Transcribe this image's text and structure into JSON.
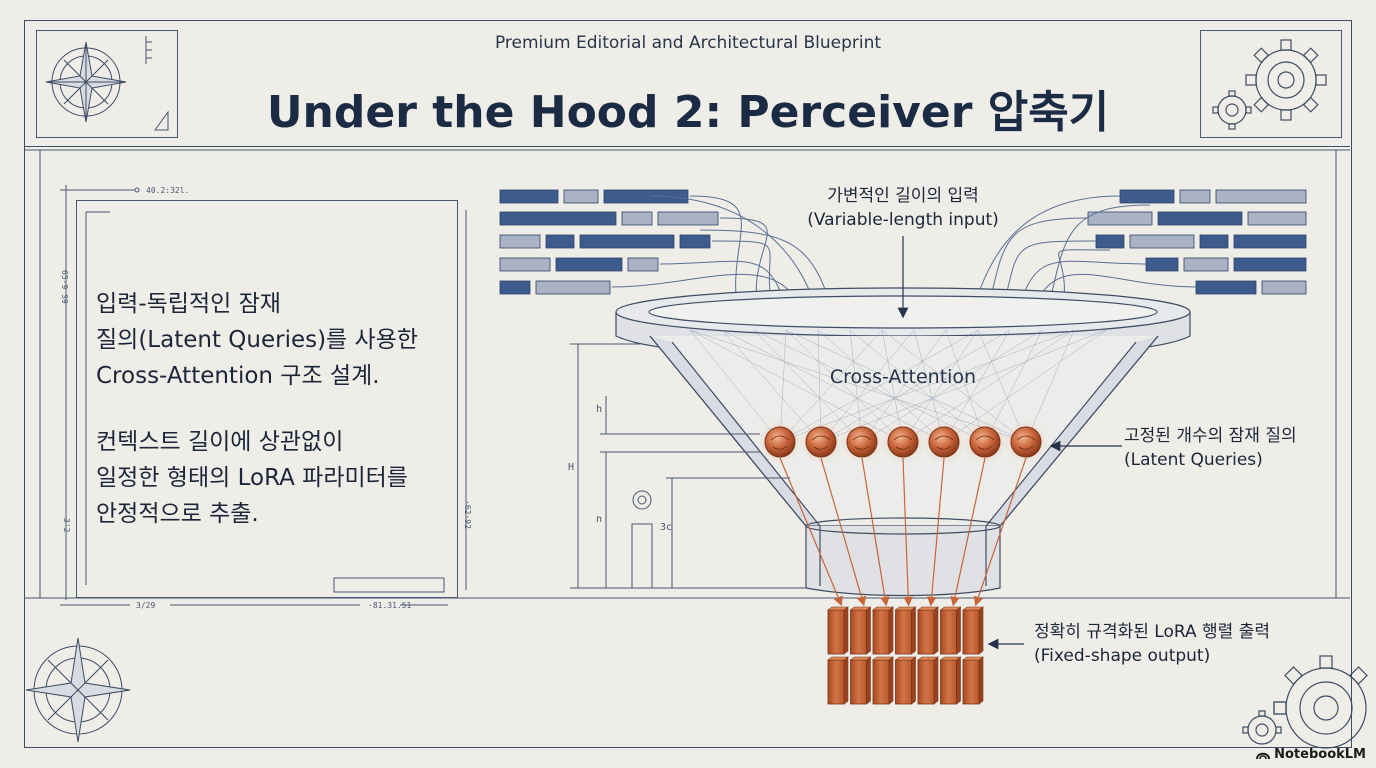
{
  "header": {
    "supertitle": "Premium Editorial and Architectural Blueprint",
    "title": "Under the Hood 2: Perceiver 압축기"
  },
  "left_panel": {
    "paragraph1": "입력-독립적인 잠재\n질의(Latent Queries)를 사용한\nCross-Attention 구조 설계.",
    "paragraph2": "컨텍스트 길이에 상관없이\n일정한 형태의 LoRA 파라미터를\n안정적으로 추출."
  },
  "diagram": {
    "input_label_ko": "가변적인 길이의 입력",
    "input_label_en": "(Variable-length input)",
    "funnel_label": "Cross-Attention",
    "queries_label_ko": "고정된 개수의 잠재 질의",
    "queries_label_en": "(Latent Queries)",
    "output_label_ko": "정확히 규격화된 LoRA 행렬 출력",
    "output_label_en": "(Fixed-shape output)",
    "dim_h_small": "h",
    "dim_h_large": "H",
    "dim_n": "n",
    "latent_query_count": 7,
    "output_block_count": 14
  },
  "annotations": {
    "tl": "40.2:32l.",
    "bl": "3/29",
    "br": "·81.31.51",
    "side_a": "65·9 S9",
    "side_b": "·62·92",
    "side_c": "3'2",
    "dim_c": "3c"
  },
  "brand": {
    "name": "NotebookLM"
  },
  "colors": {
    "ink": "#1c2b44",
    "line": "#4a5870",
    "accent": "#c8643a",
    "bar_dark": "#3d5b8c",
    "bar_light": "#a9b3c4"
  }
}
